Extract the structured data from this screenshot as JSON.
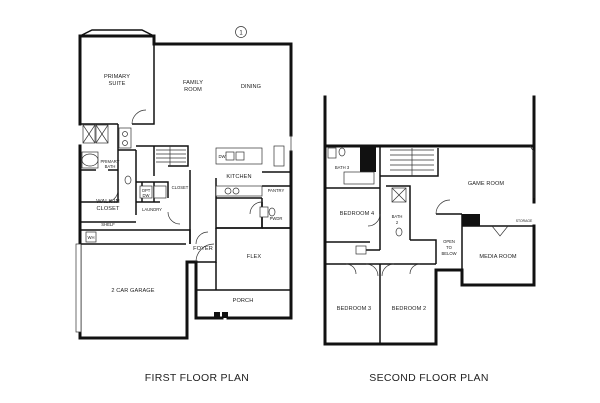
{
  "marker": "1",
  "first_floor": {
    "caption": "FIRST FLOOR PLAN",
    "rooms": {
      "primary_suite": [
        "PRIMARY",
        "SUITE"
      ],
      "family_room": [
        "FAMILY",
        "ROOM"
      ],
      "dining": "DINING",
      "primary_bath": [
        "PRIMARY",
        "BATH"
      ],
      "kitchen": "KITCHEN",
      "pantry": "PANTRY",
      "walk_in_closet": [
        "WALK IN",
        "CLOSET"
      ],
      "laundry": "LAUNDRY",
      "closet": "CLOSET",
      "pwdr": "PWDR",
      "foyer": "FOYER",
      "flex": "FLEX",
      "garage": "2 CAR GARAGE",
      "porch": "PORCH",
      "shelf": "SHELF",
      "wh": "WH",
      "opt": [
        "OPT",
        "DW"
      ],
      "island": "DW"
    }
  },
  "second_floor": {
    "caption": "SECOND FLOOR PLAN",
    "rooms": {
      "bath3": "BATH 3",
      "bedroom4": "BEDROOM 4",
      "bath2": [
        "BATH",
        "2"
      ],
      "game_room": "GAME ROOM",
      "open_to_below": [
        "OPEN",
        "TO",
        "BELOW"
      ],
      "media_room": "MEDIA ROOM",
      "bedroom3": "BEDROOM 3",
      "bedroom2": "BEDROOM 2",
      "storage": "STORAGE"
    }
  }
}
